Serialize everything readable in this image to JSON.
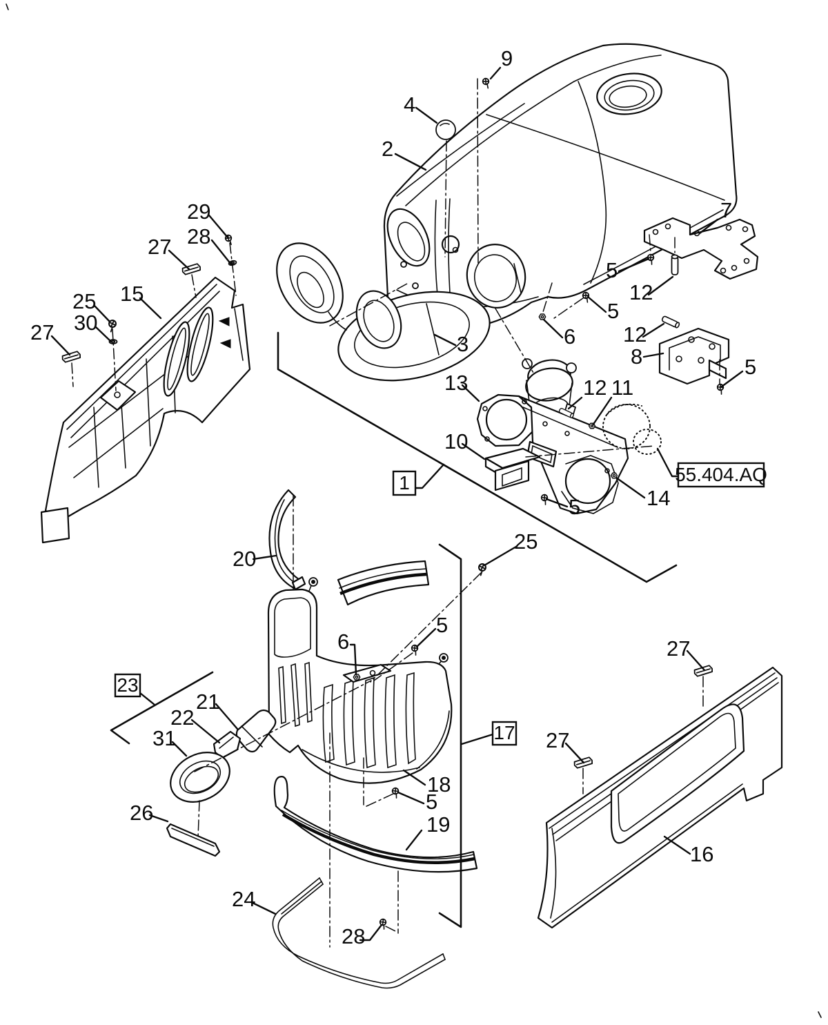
{
  "page": {
    "background_color": "#ffffff",
    "ink_color": "#0a0a0a",
    "type": "exploded-parts-diagram"
  },
  "diagram": {
    "section_ref_label": "55.404.AQ",
    "group_labels": {
      "g1": "1",
      "g17": "17",
      "g23": "23"
    },
    "callouts": [
      "9",
      "4",
      "2",
      "7",
      "5",
      "12",
      "29",
      "28",
      "27",
      "15",
      "25",
      "30",
      "27",
      "3",
      "5",
      "6",
      "12",
      "8",
      "5",
      "13",
      "12",
      "11",
      "10",
      "14",
      "5",
      "20",
      "25",
      "5",
      "6",
      "27",
      "21",
      "22",
      "31",
      "27",
      "18",
      "5",
      "19",
      "26",
      "16",
      "24",
      "28"
    ]
  }
}
